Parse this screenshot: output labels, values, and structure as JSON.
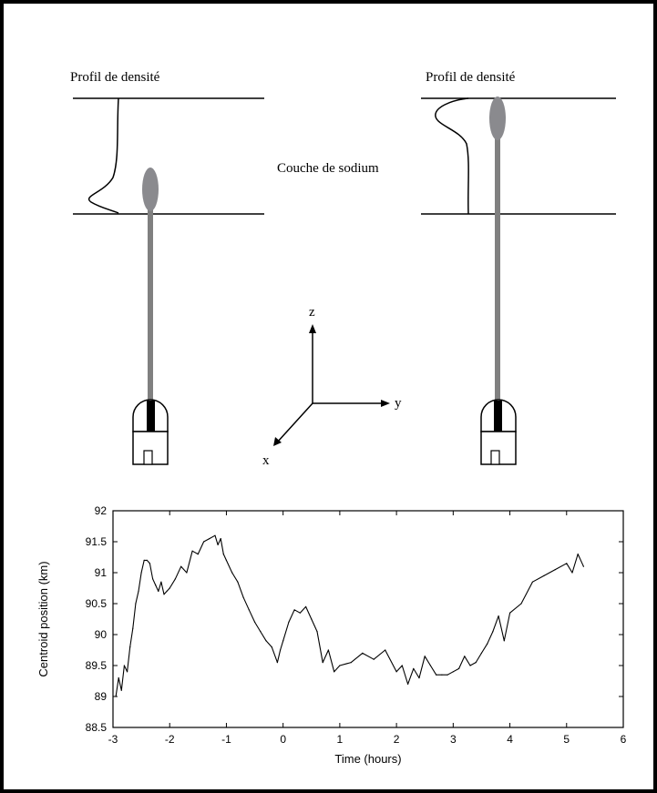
{
  "diagram": {
    "left_profile_label": "Profil de densité",
    "right_profile_label": "Profil de densité",
    "layer_label": "Couche de sodium",
    "axis_labels": {
      "z": "z",
      "y": "y",
      "x": "x"
    }
  },
  "chart_data": {
    "type": "line",
    "xlabel": "Time (hours)",
    "ylabel": "Centroid position (km)",
    "xlim": [
      -3,
      6
    ],
    "ylim": [
      88.5,
      92
    ],
    "x_ticks": [
      "-3",
      "-2",
      "-1",
      "0",
      "1",
      "2",
      "3",
      "4",
      "5",
      "6"
    ],
    "y_ticks": [
      "88.5",
      "89",
      "89.5",
      "90",
      "90.5",
      "91",
      "91.5",
      "92"
    ],
    "grid": false,
    "series": [
      {
        "x": [
          -2.95,
          -2.9,
          -2.85,
          -2.8,
          -2.75,
          -2.7,
          -2.65,
          -2.6,
          -2.55,
          -2.5,
          -2.45,
          -2.4,
          -2.35,
          -2.3,
          -2.25,
          -2.2,
          -2.15,
          -2.1,
          -2.05,
          -2.0,
          -1.9,
          -1.8,
          -1.7,
          -1.6,
          -1.5,
          -1.4,
          -1.3,
          -1.2,
          -1.15,
          -1.1,
          -1.05,
          -1.0,
          -0.9,
          -0.8,
          -0.7,
          -0.6,
          -0.5,
          -0.4,
          -0.3,
          -0.2,
          -0.1,
          -0.05,
          0.0,
          0.1,
          0.2,
          0.3,
          0.4,
          0.5,
          0.6,
          0.7,
          0.8,
          0.9,
          1.0,
          1.2,
          1.4,
          1.6,
          1.8,
          2.0,
          2.1,
          2.2,
          2.3,
          2.4,
          2.5,
          2.6,
          2.7,
          2.8,
          2.9,
          3.0,
          3.1,
          3.2,
          3.3,
          3.4,
          3.5,
          3.6,
          3.7,
          3.8,
          3.9,
          4.0,
          4.2,
          4.4,
          4.6,
          4.8,
          5.0,
          5.1,
          5.2,
          5.3
        ],
        "y": [
          89.0,
          89.3,
          89.1,
          89.5,
          89.4,
          89.8,
          90.1,
          90.5,
          90.7,
          91.0,
          91.2,
          91.2,
          91.15,
          90.9,
          90.8,
          90.7,
          90.85,
          90.65,
          90.7,
          90.75,
          90.9,
          91.1,
          91.0,
          91.35,
          91.3,
          91.5,
          91.55,
          91.6,
          91.45,
          91.55,
          91.3,
          91.2,
          91.0,
          90.85,
          90.6,
          90.4,
          90.2,
          90.05,
          89.9,
          89.8,
          89.55,
          89.75,
          89.9,
          90.2,
          90.4,
          90.35,
          90.45,
          90.25,
          90.05,
          89.55,
          89.75,
          89.4,
          89.5,
          89.55,
          89.7,
          89.6,
          89.75,
          89.4,
          89.5,
          89.2,
          89.45,
          89.3,
          89.65,
          89.5,
          89.35,
          89.35,
          89.35,
          89.4,
          89.45,
          89.65,
          89.5,
          89.55,
          89.7,
          89.85,
          90.05,
          90.3,
          89.9,
          90.35,
          90.5,
          90.85,
          90.95,
          91.05,
          91.15,
          91.0,
          91.3,
          91.1
        ]
      }
    ]
  }
}
